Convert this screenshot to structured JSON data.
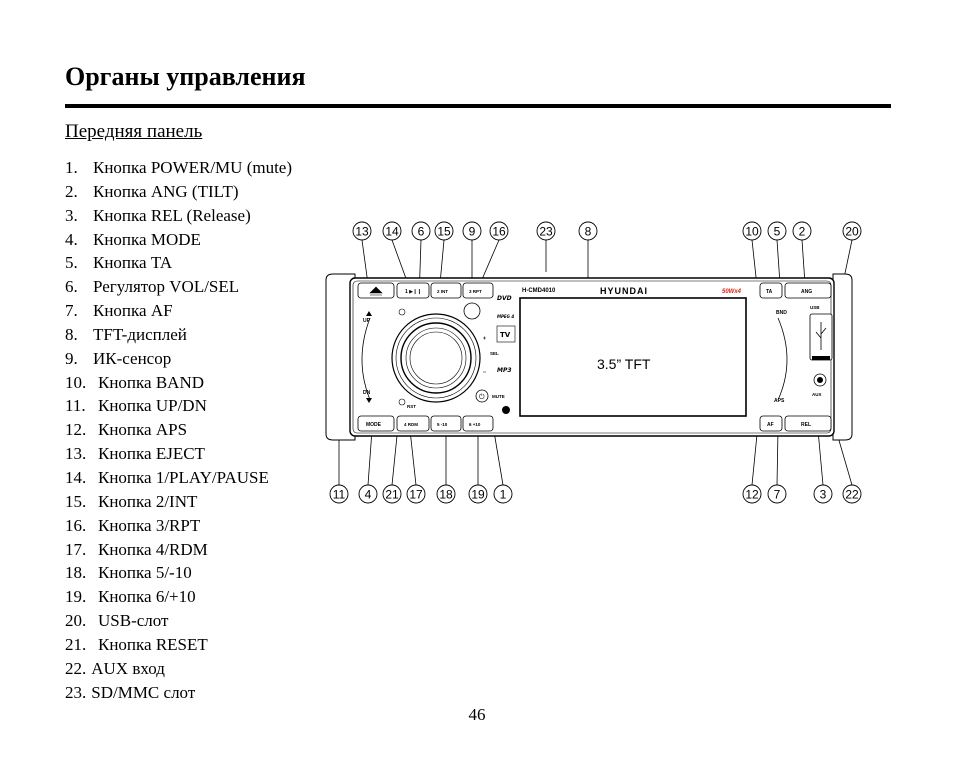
{
  "heading": "Органы управления",
  "subheading": "Передняя панель",
  "items": [
    {
      "num": "1.",
      "text": "Кнопка POWER/MU (mute)"
    },
    {
      "num": "2.",
      "text": "Кнопка ANG (TILT)"
    },
    {
      "num": "3.",
      "text": "Кнопка REL (Release)"
    },
    {
      "num": "4.",
      "text": "Кнопка MODE"
    },
    {
      "num": "5.",
      "text": "Кнопка TA"
    },
    {
      "num": "6.",
      "text": "Регулятор VOL/SEL"
    },
    {
      "num": "7.",
      "text": "Кнопка AF"
    },
    {
      "num": "8.",
      "text": "TFT-дисплей"
    },
    {
      "num": "9.",
      "text": "ИК-сенсор"
    },
    {
      "num": "10.",
      "text": "Кнопка BAND"
    },
    {
      "num": "11.",
      "text": "Кнопка UP/DN"
    },
    {
      "num": "12.",
      "text": "Кнопка APS"
    },
    {
      "num": "13.",
      "text": "Кнопка EJECT"
    },
    {
      "num": "14.",
      "text": "Кнопка 1/PLAY/PAUSE"
    },
    {
      "num": "15.",
      "text": "Кнопка 2/INT"
    },
    {
      "num": "16.",
      "text": "Кнопка 3/RPT"
    },
    {
      "num": "17.",
      "text": "Кнопка 4/RDM"
    },
    {
      "num": "18.",
      "text": "Кнопка 5/-10"
    },
    {
      "num": "19.",
      "text": "Кнопка 6/+10"
    },
    {
      "num": "20.",
      "text": "USB-слот"
    },
    {
      "num": "21.",
      "text": "Кнопка RESET"
    },
    {
      "num": "22.",
      "text": "AUX вход"
    },
    {
      "num": "23.",
      "text": "SD/MMC слот"
    }
  ],
  "page_number": "46",
  "diagram": {
    "screen_label": "3.5” TFT",
    "model": "H-CMD4010",
    "brand": "HYUNDAI",
    "power_rating": "50Wx4",
    "power_color": "#e0201e",
    "callouts_top": [
      "13",
      "14",
      "6",
      "15",
      "9",
      "16",
      "23",
      "8",
      "10",
      "5",
      "2",
      "20"
    ],
    "callouts_bottom": [
      "11",
      "4",
      "21",
      "17",
      "18",
      "19",
      "1",
      "12",
      "7",
      "3",
      "22"
    ],
    "button_labels": {
      "up": "UP",
      "dn": "DN",
      "mode": "MODE",
      "rst": "RST",
      "sel": "SEL",
      "mute": "MUTE",
      "ta": "TA",
      "ang": "ANG",
      "band": "BND",
      "aps": "APS",
      "af": "AF",
      "rel": "REL",
      "usb": "USB",
      "aux": "AUX",
      "k1": "1 ▶❙❙",
      "k2": "2 INT",
      "k3": "3 RPT",
      "k4": "4 RDM",
      "k5": "5 -10",
      "k6": "6 +10",
      "dvd": "DVD",
      "mpeg4": "MPEG 4",
      "tv": "TV",
      "mp3": "MP3"
    }
  }
}
